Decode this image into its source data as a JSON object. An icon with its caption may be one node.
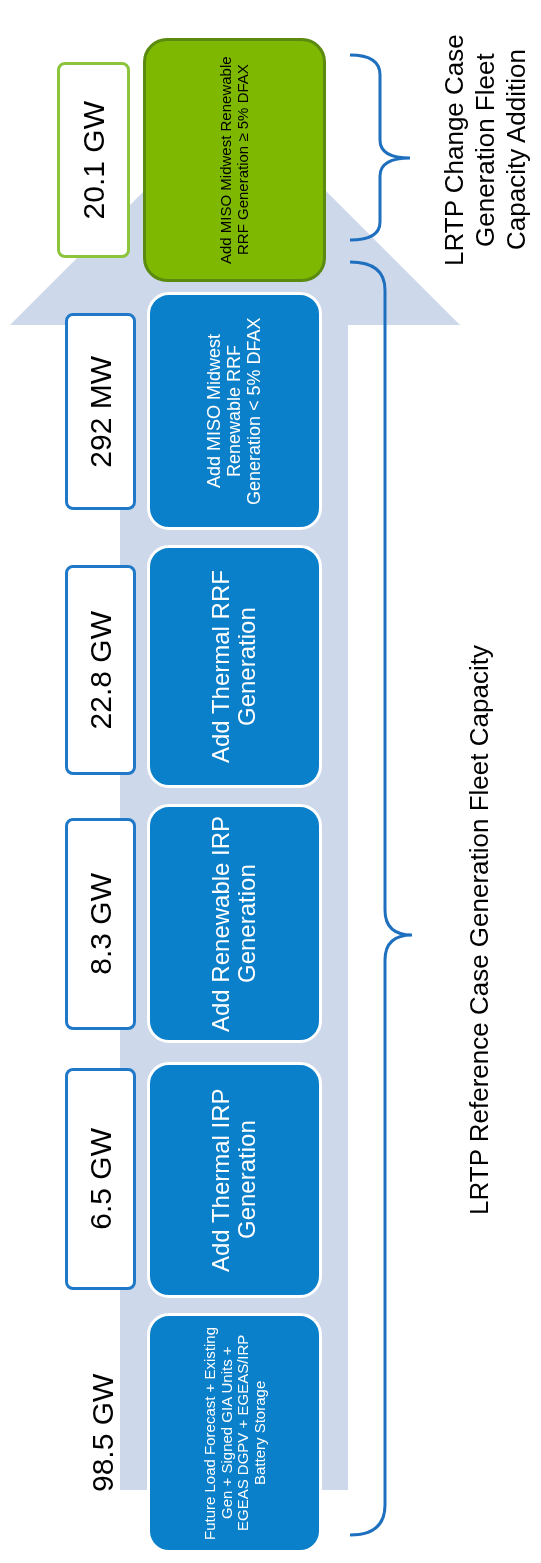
{
  "diagram": {
    "nodes": [
      {
        "text": [
          "Future Load Forecast + Existing Gen + Signed GIA Units + EGEAS DGPV + EGEAS/IRP Battery Storage"
        ],
        "beside": [
          "98.5 GW"
        ]
      },
      {
        "text": [
          "6.5 GW"
        ]
      },
      {
        "text": [
          "Add Thermal IRP Generation"
        ]
      },
      {
        "text": [
          "8.3 GW"
        ]
      },
      {
        "text": [
          "Add Renewable IRP Generation"
        ]
      },
      {
        "text": [
          "22.8 GW"
        ]
      },
      {
        "text": [
          "Add Thermal RRF Generation"
        ]
      },
      {
        "text": [
          "292 MW"
        ]
      },
      {
        "text": [
          "Add MISO Midwest Renewable RRF Generation < 5% DFAX"
        ]
      },
      {
        "text": [
          "20.1 GW"
        ]
      },
      {
        "text": [
          "Add MISO Midwest Renewable RRF Generation ≥ 5% DFAX"
        ]
      }
    ],
    "labels": [
      "LRTP Reference Case Generation Fleet Capacity",
      "LRTP Change Case Generation Fleet Capacity Addition"
    ]
  }
}
